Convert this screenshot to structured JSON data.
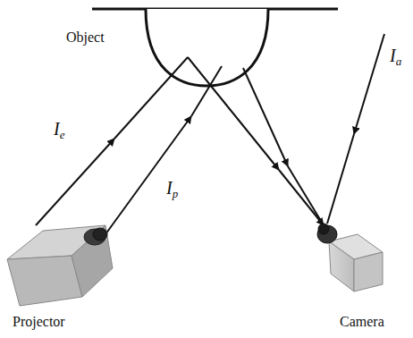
{
  "diagram": {
    "labels": [
      "Object",
      "Ie",
      "Ip",
      "Ia",
      "Projector",
      "Camera"
    ]
  }
}
